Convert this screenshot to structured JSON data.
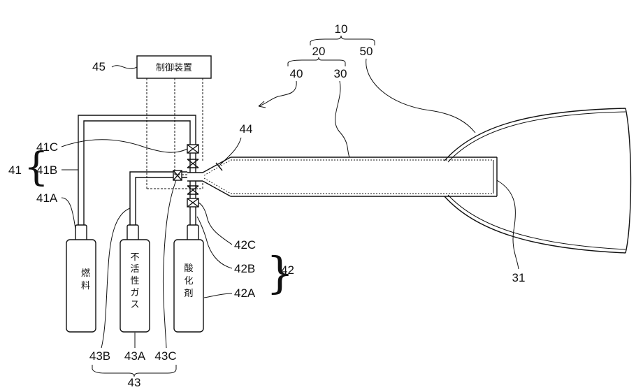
{
  "control_unit": {
    "label": "制御装置",
    "ref": "45"
  },
  "tanks": {
    "fuel": {
      "label": "燃料"
    },
    "inert_gas": {
      "label": "不活性ガス"
    },
    "oxidizer": {
      "label": "酸化剤"
    }
  },
  "refs": {
    "r10": "10",
    "r20": "20",
    "r50": "50",
    "r40": "40",
    "r30": "30",
    "r44": "44",
    "r31": "31",
    "r41": "41",
    "r41A": "41A",
    "r41B": "41B",
    "r41C": "41C",
    "r42": "42",
    "r42A": "42A",
    "r42B": "42B",
    "r42C": "42C",
    "r43": "43",
    "r43A": "43A",
    "r43B": "43B",
    "r43C": "43C"
  }
}
